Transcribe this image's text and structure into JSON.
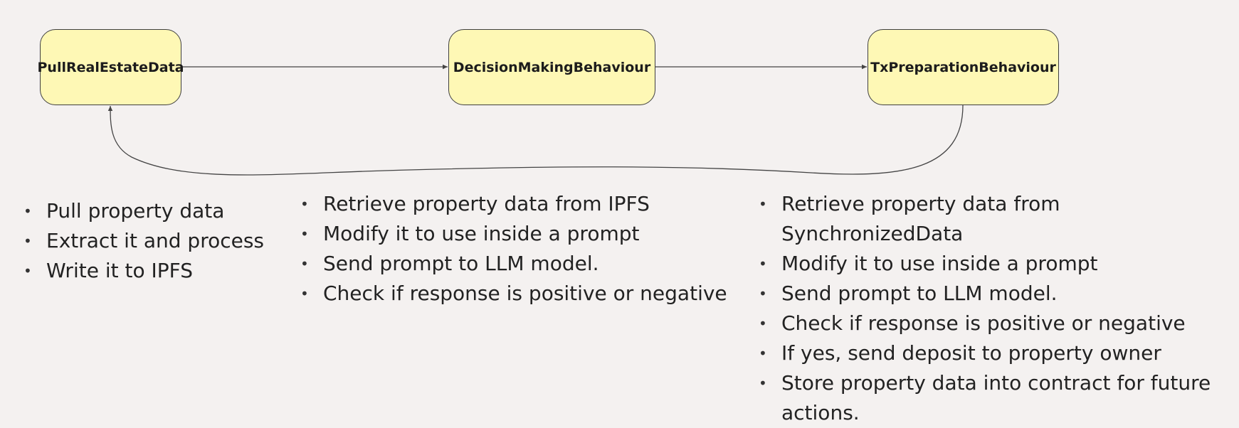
{
  "nodes": {
    "pull": {
      "label": "PullRealEstateData"
    },
    "decision": {
      "label": "DecisionMakingBehaviour"
    },
    "tx": {
      "label": "TxPreparationBehaviour"
    }
  },
  "edges": [
    {
      "from": "PullRealEstateData",
      "to": "DecisionMakingBehaviour"
    },
    {
      "from": "DecisionMakingBehaviour",
      "to": "TxPreparationBehaviour"
    },
    {
      "from": "TxPreparationBehaviour",
      "to": "PullRealEstateData"
    }
  ],
  "lists": {
    "pull": [
      "Pull property data",
      "Extract it and process",
      "Write it to IPFS"
    ],
    "decision": [
      "Retrieve property data from IPFS",
      "Modify it to use inside a prompt",
      "Send prompt to LLM model.",
      "Check if response is positive or negative"
    ],
    "tx": [
      "Retrieve property data from SynchronizedData",
      "Modify it to use inside a prompt",
      "Send prompt to LLM model.",
      "Check if response is positive or negative",
      "If yes, send deposit to property owner",
      "Store property data into contract for future actions."
    ]
  },
  "colors": {
    "background": "#f4f1f0",
    "node_fill": "#fef8b5",
    "node_border": "#3f3f3f",
    "edge": "#444444",
    "text": "#222222"
  }
}
